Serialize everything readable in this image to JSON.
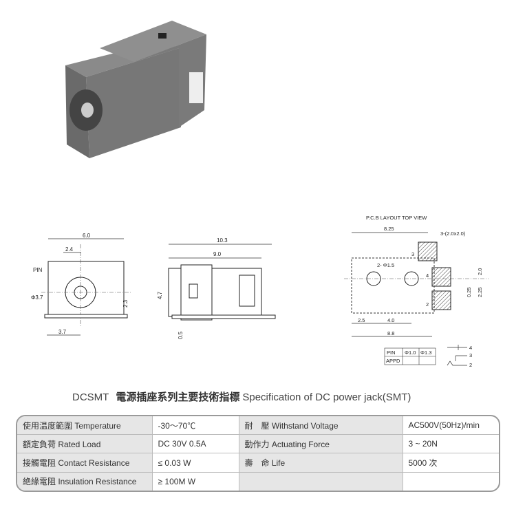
{
  "front_view": {
    "dim_width": "6.0",
    "dim_offset": "2.4",
    "label_pin": "PIN",
    "dim_dia": "Φ3.7",
    "dim_height": "2.3",
    "dim_bottom": "3.7"
  },
  "side_view": {
    "dim_total": "10.3",
    "dim_body": "9.0",
    "dim_height": "4.7",
    "dim_pin": "0.5"
  },
  "pcb_layout": {
    "title": "P.C.B LAYOUT   TOP VIEW",
    "dim_825": "8.25",
    "pad_note": "3-(2.0x2.0)",
    "hole_note": "2- Φ1.5",
    "pin3": "3",
    "pin4": "4",
    "pin2": "2",
    "dim_20": "2.0",
    "dim_025": "0.25",
    "dim_225": "2.25",
    "dim_25": "2.5",
    "dim_40": "4.0",
    "dim_88": "8.8",
    "pin_table": {
      "header": [
        "PIN",
        "Φ1.0",
        "Φ1.3"
      ],
      "row_label": "APPD"
    },
    "schematic_pins": [
      "4",
      "3",
      "2"
    ]
  },
  "title": {
    "model": "DCSMT",
    "chinese": "電源插座系列主要技術指標",
    "english": "Specification of DC power jack(SMT)"
  },
  "spec_rows": [
    [
      "使用温度範圍 Temperature",
      "-30～70℃",
      "耐　壓 Withstand Voltage",
      "AC500V(50Hz)/min"
    ],
    [
      "額定負荷  Rated Load",
      "DC  30V  0.5A",
      "動作力 Actuating Force",
      "3 ~ 20N"
    ],
    [
      "接觸電阻  Contact Resistance",
      "≤ 0.03 W",
      "壽　命 Life",
      "5000 次"
    ],
    [
      "絶緣電阻  Insulation Resistance",
      "≥ 100M W",
      "",
      ""
    ]
  ]
}
